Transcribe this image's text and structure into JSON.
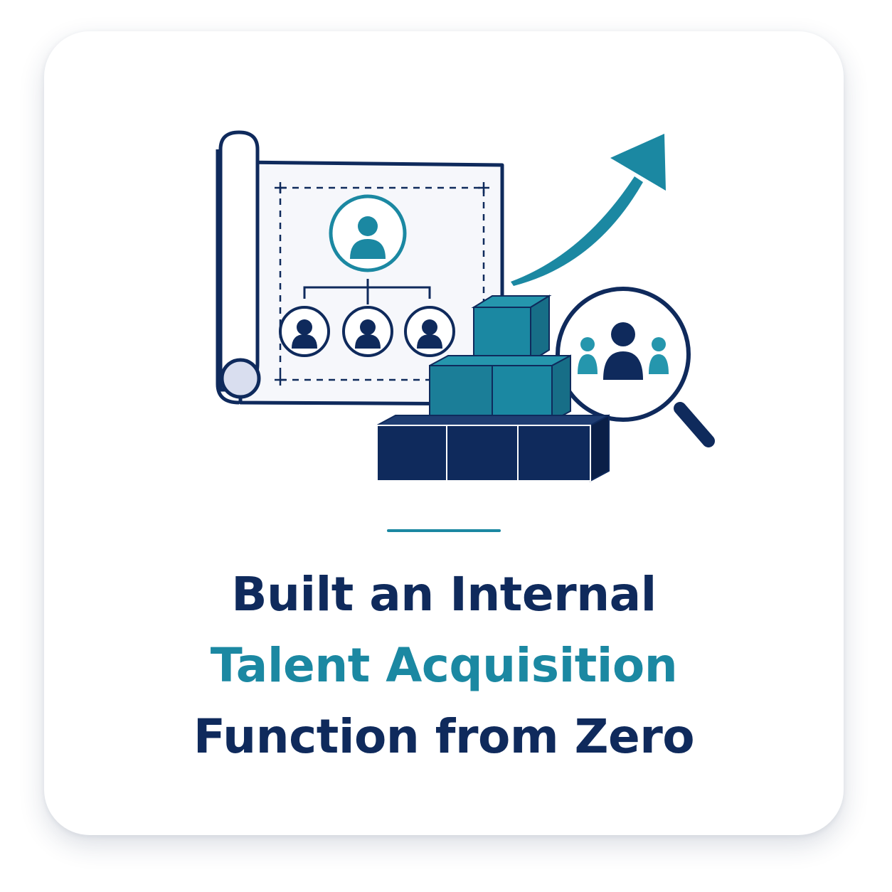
{
  "colors": {
    "navy": "#0f2a5c",
    "teal": "#1b88a2",
    "teal_light": "#2596ad",
    "paper": "#f6f7fb",
    "background": "#ffffff"
  },
  "icons": [
    "blueprint-scroll-icon",
    "org-chart-icon",
    "growth-arrow-icon",
    "building-blocks-icon",
    "magnifier-team-icon"
  ],
  "headline": {
    "line1": "Built an Internal",
    "line2": "Talent Acquisition",
    "line3": "Function from Zero"
  }
}
